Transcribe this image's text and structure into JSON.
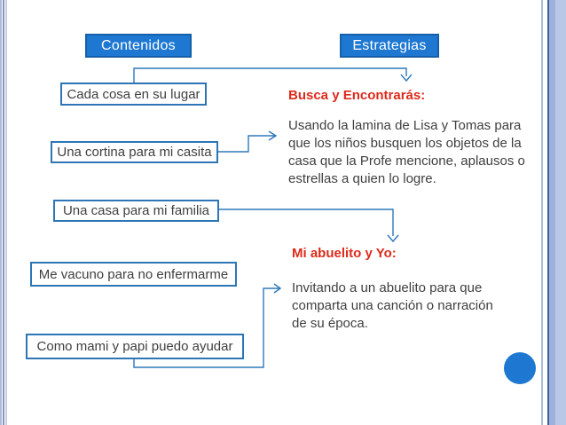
{
  "slide": {
    "header_left": "Contenidos",
    "header_right": "Estrategias",
    "content_boxes": [
      "Cada cosa en su lugar",
      "Una cortina para mi casita",
      "Una casa para mi familia",
      "Me vacuno para no enfermarme",
      "Como mami y papi puedo ayudar"
    ],
    "strategies": [
      {
        "title": "Busca y Encontrarás:",
        "body": "Usando la lamina de Lisa y Tomas para que los niños busquen los objetos de la casa que la Profe mencione, aplausos o estrellas a quien lo logre."
      },
      {
        "title": "Mi abuelito y Yo:",
        "body": "Invitando a un abuelito para que comparta una canción o narración de su época."
      }
    ],
    "colors": {
      "accent_blue": "#1e78d2",
      "header_border": "#155fa8",
      "box_border": "#2e75b6",
      "connector": "#2e78bb",
      "red_heading": "#dd2a1b",
      "body_text": "#3f3f3f",
      "stripe_light": "#b0bcd6",
      "stripe_dark": "#41619f",
      "stripe_mid": "#9db2da",
      "stripe_soft": "#b9c8e7"
    }
  }
}
